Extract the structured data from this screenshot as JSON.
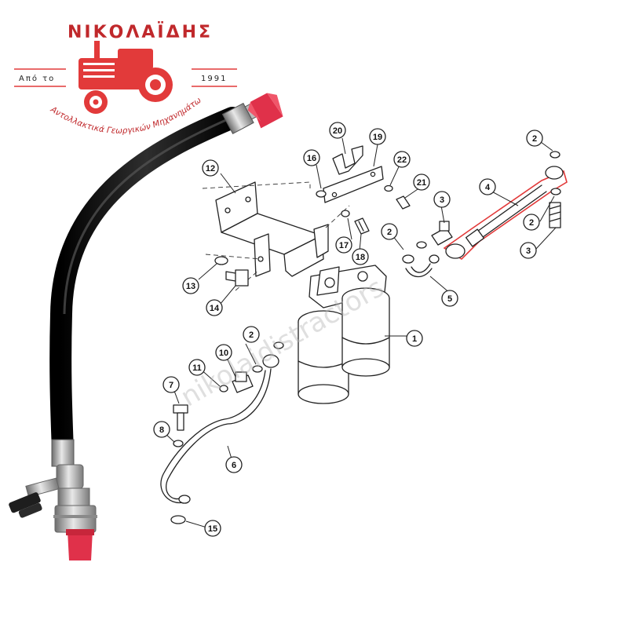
{
  "logo": {
    "brand": "ΝΙΚΟΛΑΪΔΗΣ",
    "left_text": "Από το",
    "right_text": "1991",
    "tagline": "Αντολλακτικά Γεωργικών Μηχανημάτων",
    "accent": "#c0282b"
  },
  "watermark": "nikolaidistractors",
  "highlight_color": "#e23a3a",
  "callouts": {
    "c1": "1",
    "c2a": "2",
    "c2b": "2",
    "c2c": "2",
    "c2d": "2",
    "c3a": "3",
    "c3b": "3",
    "c4": "4",
    "c5": "5",
    "c6": "6",
    "c7": "7",
    "c8": "8",
    "c10": "10",
    "c11": "11",
    "c12": "12",
    "c13": "13",
    "c14": "14",
    "c15": "15",
    "c16": "16",
    "c17": "17",
    "c18": "18",
    "c19": "19",
    "c20": "20",
    "c21": "21",
    "c22": "22"
  }
}
